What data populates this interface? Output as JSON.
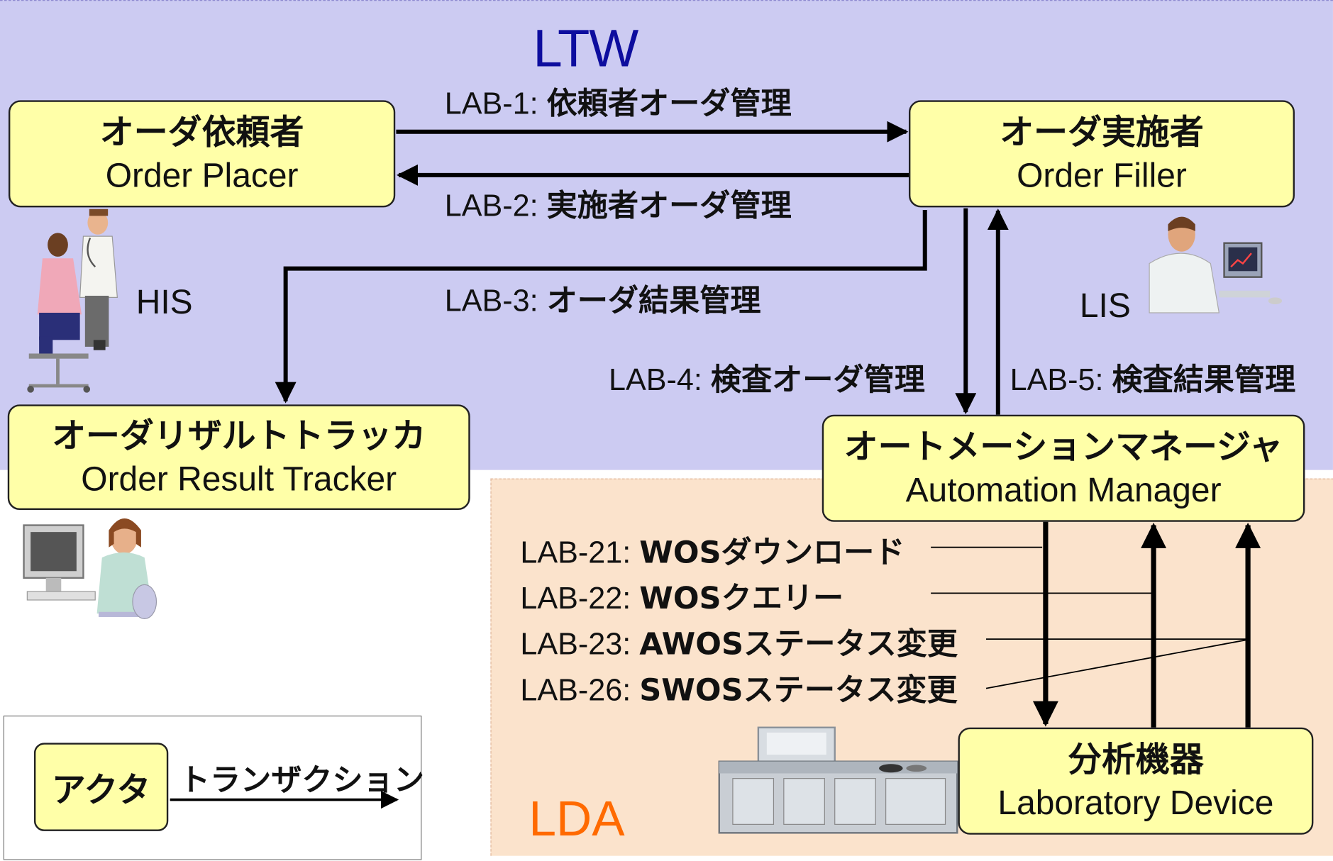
{
  "zones": {
    "ltw": "LTW",
    "lda": "LDA"
  },
  "actors": {
    "order_placer": {
      "jp": "オーダ依頼者",
      "en": "Order Placer"
    },
    "order_filler": {
      "jp": "オーダ実施者",
      "en": "Order Filler"
    },
    "order_result_tracker": {
      "jp": "オーダリザルトトラッカ",
      "en": "Order Result Tracker"
    },
    "automation_manager": {
      "jp": "オートメーションマネージャ",
      "en": "Automation Manager"
    },
    "laboratory_device": {
      "jp": "分析機器",
      "en": "Laboratory Device"
    }
  },
  "systems": {
    "his": "HIS",
    "lis": "LIS"
  },
  "transactions": [
    {
      "code": "LAB-1:",
      "name": "依頼者オーダ管理"
    },
    {
      "code": "LAB-2:",
      "name": "実施者オーダ管理"
    },
    {
      "code": "LAB-3:",
      "name": "オーダ結果管理"
    },
    {
      "code": "LAB-4:",
      "name": "検査オーダ管理"
    },
    {
      "code": "LAB-5:",
      "name": "検査結果管理"
    },
    {
      "code": "LAB-21:",
      "name": "WOSダウンロード"
    },
    {
      "code": "LAB-22:",
      "name": "WOSクエリー"
    },
    {
      "code": "LAB-23:",
      "name": "AWOSステータス変更"
    },
    {
      "code": "LAB-26:",
      "name": "SWOSステータス変更"
    }
  ],
  "legend": {
    "actor": "アクタ",
    "transaction": "トランザクション"
  },
  "colors": {
    "ltw_zone": "#cccbf2",
    "lda_zone": "#fbe3cc",
    "actor_fill": "#ffffa8",
    "ltw_title": "#0d0d9e",
    "lda_title": "#ff6a00"
  }
}
